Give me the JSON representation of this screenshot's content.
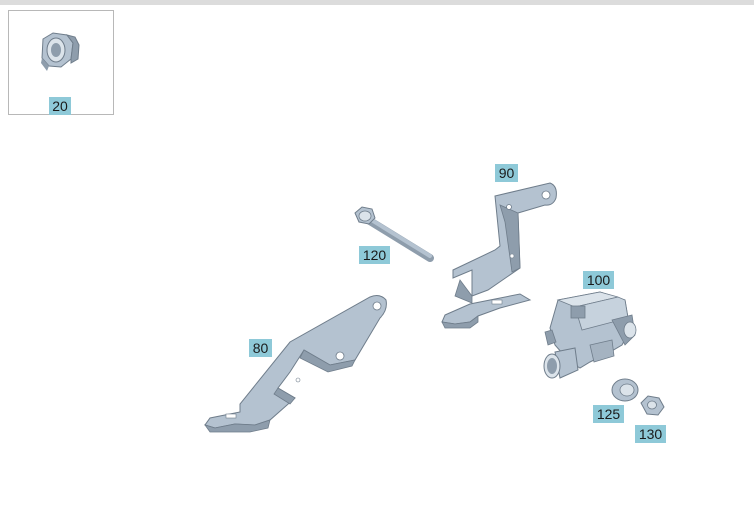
{
  "callouts": {
    "p20": "20",
    "p80": "80",
    "p90": "90",
    "p100": "100",
    "p120": "120",
    "p125": "125",
    "p130": "130"
  },
  "colors": {
    "part_fill": "#b4c2d0",
    "part_shade": "#8e9dac",
    "part_light": "#dbe3ea",
    "part_stroke": "#6f7d8b",
    "callout_bg": "#8ec9d8"
  }
}
